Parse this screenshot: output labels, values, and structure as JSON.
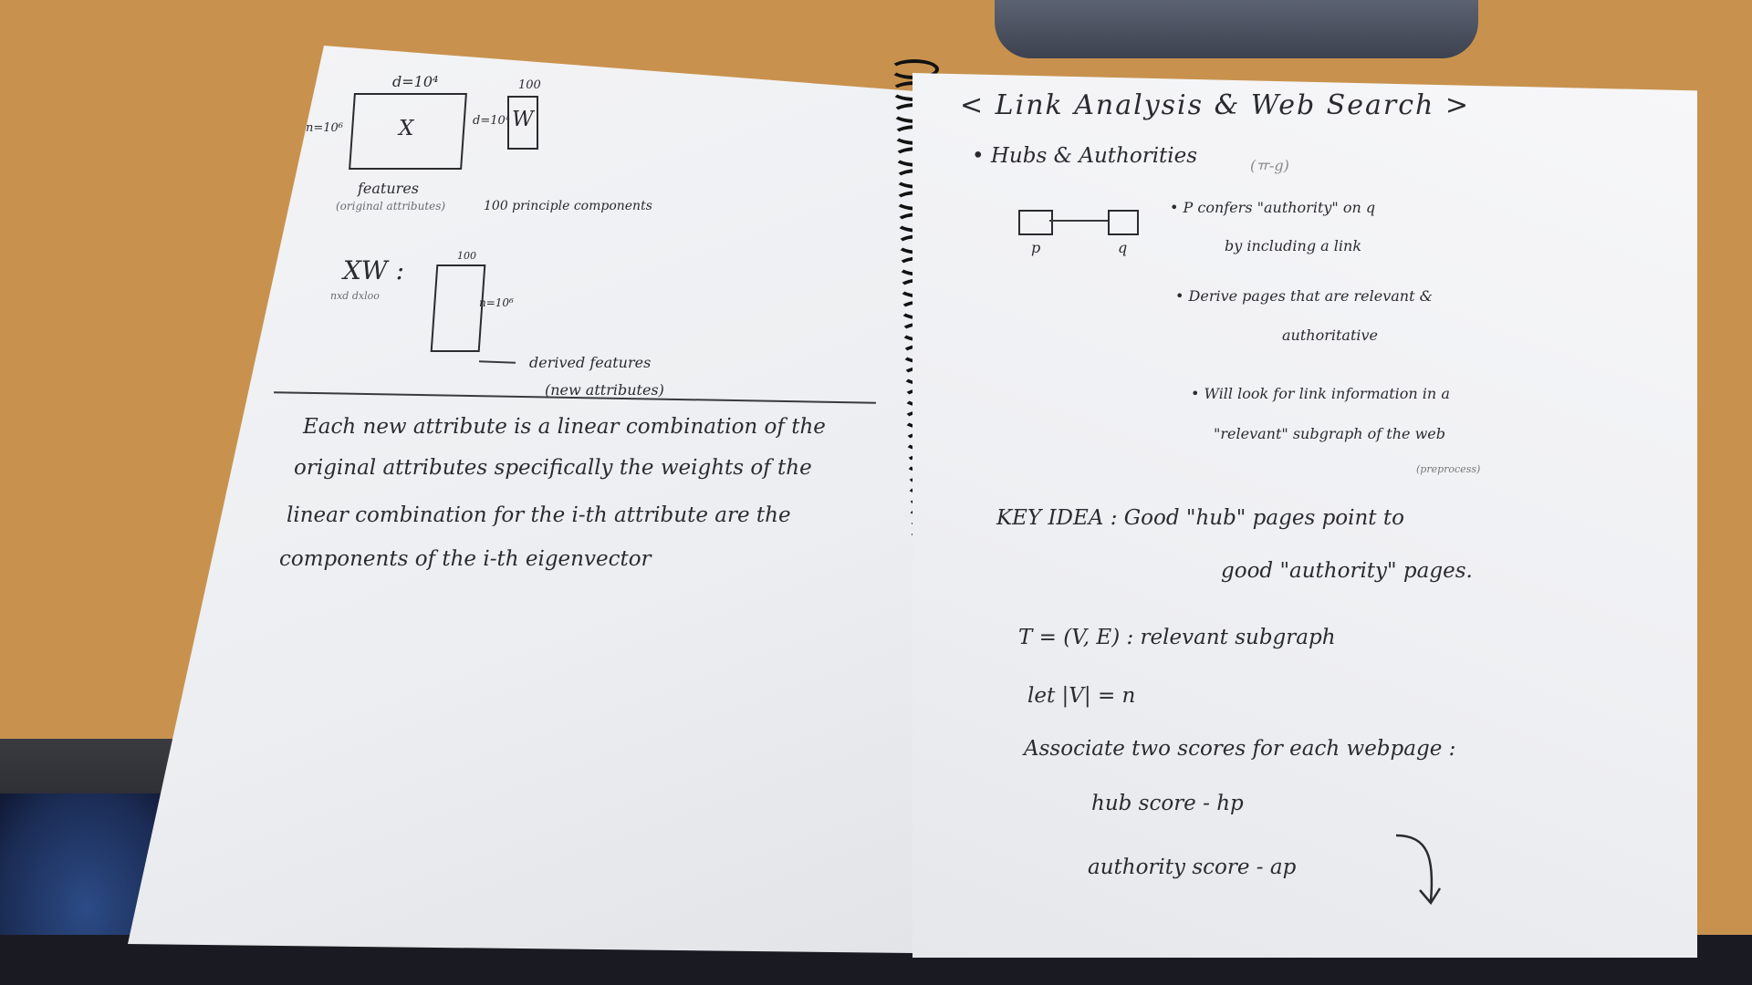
{
  "left_page": {
    "diagram": {
      "x_dims_top": "d=10⁴",
      "x_dims_side": "n=10⁶",
      "x_label": "X",
      "w_dims_top": "100",
      "w_dims_side": "d=10⁴",
      "w_label": "W",
      "features_label": "features",
      "features_note": "(original attributes)",
      "pc_label": "100 principle components",
      "xw_label": "XW :",
      "xw_dims": "nxd dxloo",
      "xw_top": "100",
      "xw_side": "n=10⁶",
      "derived_label": "derived features",
      "derived_note": "(new attributes)"
    },
    "text_lines": [
      "Each new attribute is a linear combination of the",
      "original attributes specifically the weights of the",
      "linear combination for the i-th attribute are the",
      "components of the i-th eigenvector"
    ]
  },
  "right_page": {
    "title": "< Link Analysis & Web Search >",
    "bullet_hubs": "• Hubs & Authorities",
    "bullet_hubs_note": "(ㅠ-g)",
    "node_p": "p",
    "node_q": "q",
    "confers": "• P confers \"authority\" on q",
    "confers_2": "by including a link",
    "derive": "• Derive pages that are relevant &",
    "derive_2": "authoritative",
    "will_look": "• Will look for link information in a",
    "relevant_sub": "\"relevant\" subgraph of the web",
    "preprocess": "(preprocess)",
    "key_idea": "KEY IDEA : Good \"hub\" pages point to",
    "key_idea_2": "good \"authority\" pages.",
    "graph_def": "T = (V, E) : relevant subgraph",
    "let_n": "let |V| = n",
    "associate": "Associate two scores for each webpage :",
    "hub_score": "hub score - hp",
    "auth_score": "authority score - ap"
  },
  "colors": {
    "desk": "#c8924e",
    "paper": "#f1f2f4",
    "ink": "#2b2b2f",
    "spiral": "#111111"
  }
}
